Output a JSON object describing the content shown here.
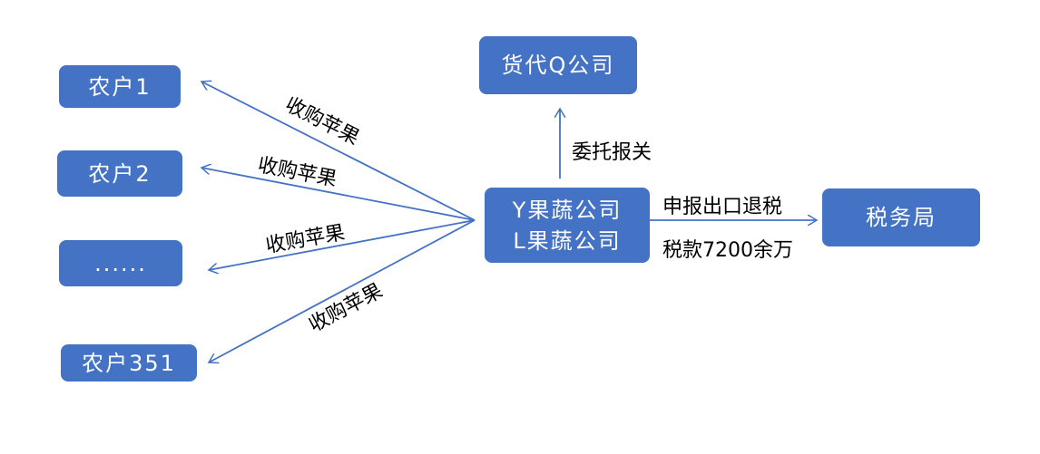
{
  "nodes": {
    "farmer1": "农户1",
    "farmer2": "农户2",
    "ellipsis": "......",
    "farmer351": "农户351",
    "company_y": "Y果蔬公司",
    "company_l": "L果蔬公司",
    "agent": "货代Q公司",
    "tax": "税务局"
  },
  "edges": {
    "buy1": "收购苹果",
    "buy2": "收购苹果",
    "buy3": "收购苹果",
    "buy4": "收购苹果",
    "customs": "委托报关",
    "refund_top": "申报出口退税",
    "refund_bottom": "税款7200余万"
  },
  "colors": {
    "box": "#4472C4",
    "arrow": "#4472C4"
  }
}
